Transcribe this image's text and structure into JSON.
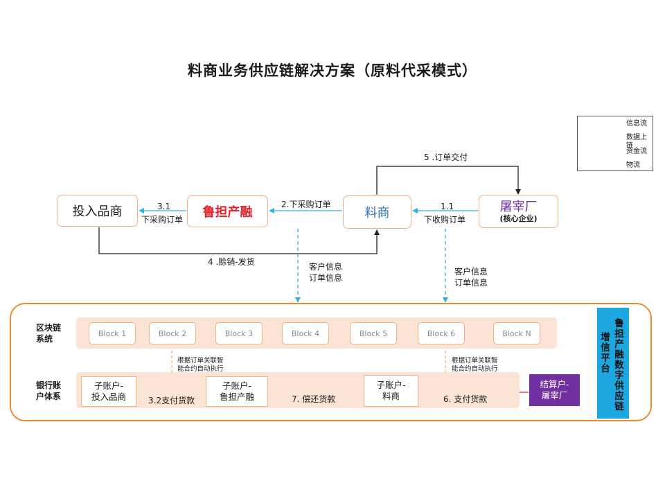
{
  "title": "料商业务供应链解决方案（原料代采模式）",
  "legend": {
    "items": [
      {
        "label": "信息流"
      },
      {
        "label": "数据上链"
      },
      {
        "label": "资金流"
      },
      {
        "label": "物流"
      }
    ]
  },
  "nodes": {
    "investor": "投入品商",
    "ludan": "鲁担产融",
    "liaoshang": "料商",
    "tuzai": "屠宰厂",
    "tuzai_sub": "(核心企业)"
  },
  "edges": {
    "e31_num": "3.1",
    "e31_text": "下采购订单",
    "e2": "2.下采购订单",
    "e11_num": "1.1",
    "e11_text": "下收购订单",
    "e5": "5 .订单交付",
    "e4": "4 .赊销-发货",
    "data1_line1": "客户信息",
    "data1_line2": "订单信息",
    "data2_line1": "客户信息",
    "data2_line2": "订单信息"
  },
  "blockchain": {
    "row_label_1": "区块链",
    "row_label_2": "系统",
    "blocks": [
      "Block 1",
      "Block 2",
      "Block 3",
      "Block 4",
      "Block 5",
      "Block 6",
      "Block N"
    ]
  },
  "contract": {
    "left_line1": "根据订单关联智",
    "left_line2": "能合约自动执行",
    "right_line1": "根据订单关联智",
    "right_line2": "能合约自动执行"
  },
  "bank": {
    "row_label_1": "银行账",
    "row_label_2": "户体系",
    "acct1_line1": "子账户-",
    "acct1_line2": "投入品商",
    "acct2_line1": "子账户-",
    "acct2_line2": "鲁担产融",
    "acct3_line1": "子账户-",
    "acct3_line2": "料商",
    "settle_line1": "结算户-",
    "settle_line2": "屠宰厂",
    "f32": "3.2支付货款",
    "f7": "7. 偿还货款",
    "f6": "6. 支付货款"
  },
  "platform": {
    "col1": "鲁担产融数字供应链",
    "col2": "增信平台"
  },
  "colors": {
    "info": "#2eb1e6",
    "data": "#2eb1e6",
    "fund": "#e8202a",
    "logistics": "#222222",
    "node_border": "#f4b183",
    "outer_border": "#ef8b2c",
    "band": "#fbe4d5",
    "ludan_text": "#e8202a",
    "liaoshang_text": "#2e75b6",
    "tuzai_text": "#7030a0",
    "settle_bg": "#7030a0",
    "platform_bg": "#1ca7e0",
    "contract_arrow": "#f4b183"
  }
}
